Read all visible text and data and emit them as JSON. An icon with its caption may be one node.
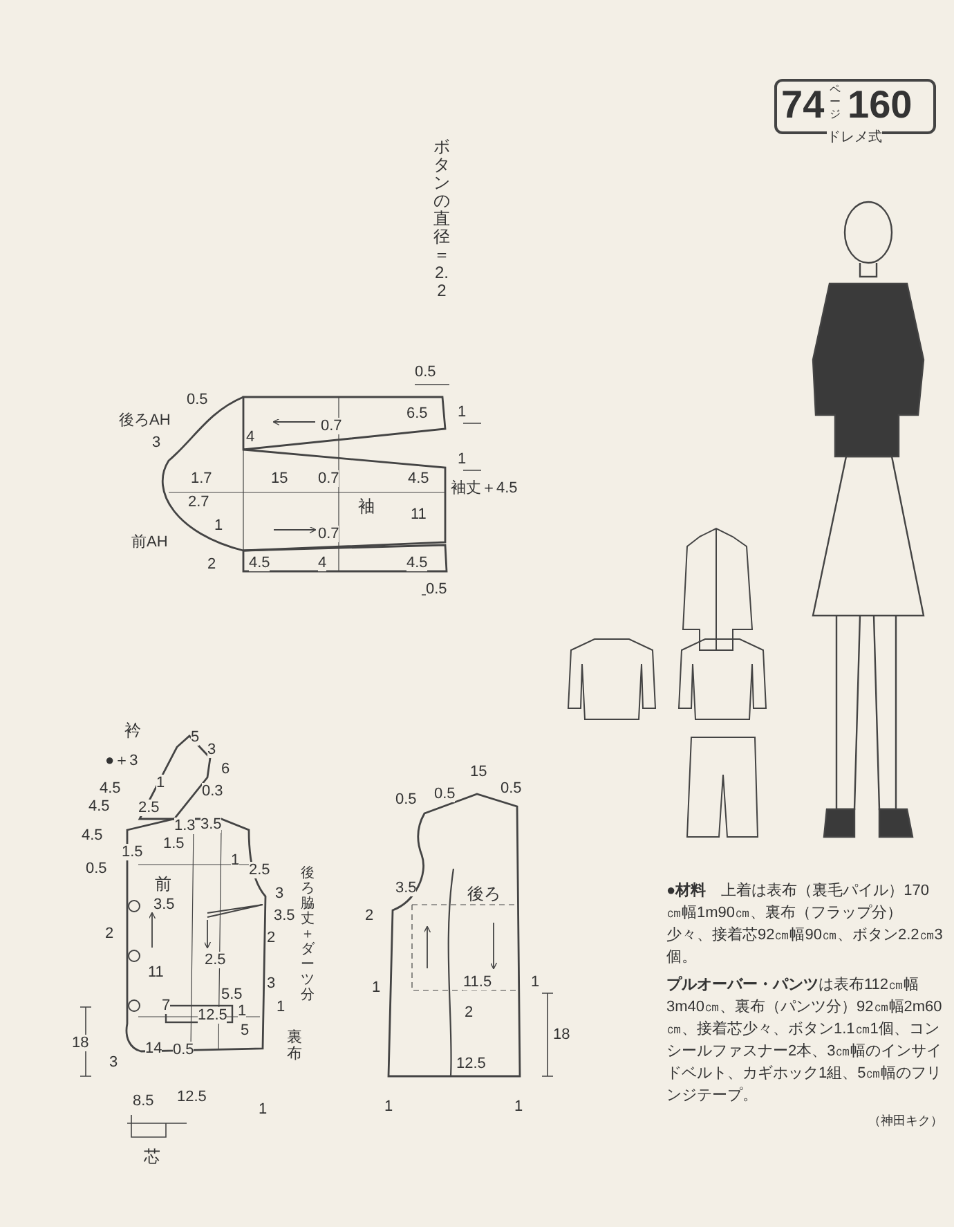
{
  "diagram": {
    "labels": [
      "74",
      "ページ",
      "160",
      "ドレメ式",
      "ボタンの直径＝2.2",
      "0.5",
      "0.5",
      "後ろAH",
      "3",
      "4",
      "0.7",
      "6.5",
      "1",
      "1.7",
      "15",
      "0.7",
      "4.5",
      "1",
      "袖丈＋4.5",
      "2.7",
      "袖",
      "11",
      "1",
      "前AH",
      "0.7",
      "2",
      "4.5",
      "4",
      "4.5",
      "0.5",
      "衿",
      "5",
      "3",
      "●＋3",
      "6",
      "4.5",
      "1",
      "0.3",
      "4.5",
      "2.5",
      "1.3",
      "3.5",
      "4.5",
      "1.5",
      "1.5",
      "0.5",
      "1",
      "2.5",
      "前",
      "3",
      "3.5",
      "3.5",
      "2",
      "2",
      "2.5",
      "後ろ脇丈＋ダーツ分",
      "11",
      "5.5",
      "3",
      "7",
      "1",
      "1",
      "12.5",
      "5",
      "18",
      "14",
      "0.5",
      "裏布",
      "3",
      "8.5",
      "12.5",
      "1",
      "芯",
      "15",
      "0.5",
      "0.5",
      "0.5",
      "3.5",
      "後ろ",
      "2",
      "1",
      "11.5",
      "1",
      "2",
      "18",
      "12.5",
      "1",
      "1",
      "**●材料**　上着は表布（裏毛パイル）170㎝幅1m90㎝、裏布（フラップ分）少々、接着芯92㎝幅90㎝、ボタン2.2㎝3個。",
      "**プルオーバー・パンツ**は表布112㎝幅3m40㎝、裏布（パンツ分）92㎝幅2m60㎝、接着芯少々、ボタン1.1㎝1個、コンシールファスナー2本、3㎝幅のインサイドベルト、カギホック1組、5㎝幅のフリンジテープ。",
      "（神田キク）"
    ]
  }
}
